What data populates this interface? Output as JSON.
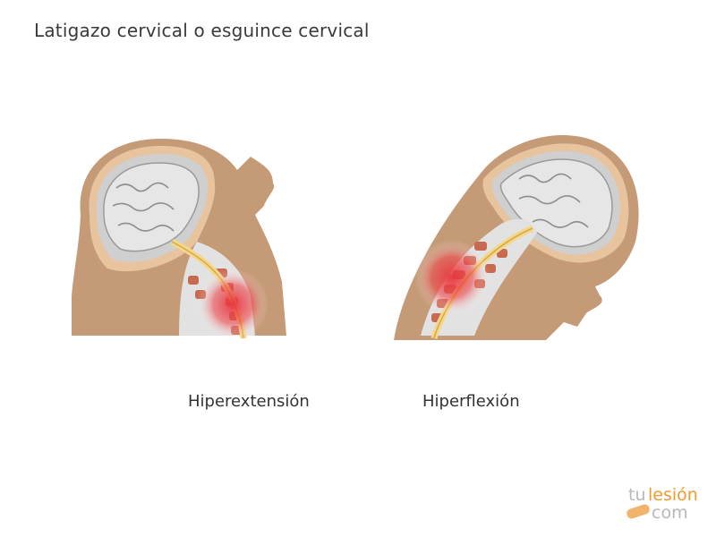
{
  "title": "Latigazo cervical o esguince cervical",
  "panels": [
    {
      "caption": "Hiperextensión"
    },
    {
      "caption": "Hiperflexión"
    }
  ],
  "logo": {
    "part1": "tu",
    "part2": "lesión",
    "part3": "com"
  },
  "colors": {
    "skin": "#c59a77",
    "skull_rim": "#e7c49d",
    "bone": "#d5d5d5",
    "brain": "#e6e6e6",
    "spinal_cord": "#f5d789",
    "vertebra": "#c86a52",
    "pain_glow": "#e8323a",
    "logo_accent": "#f29a2e"
  }
}
